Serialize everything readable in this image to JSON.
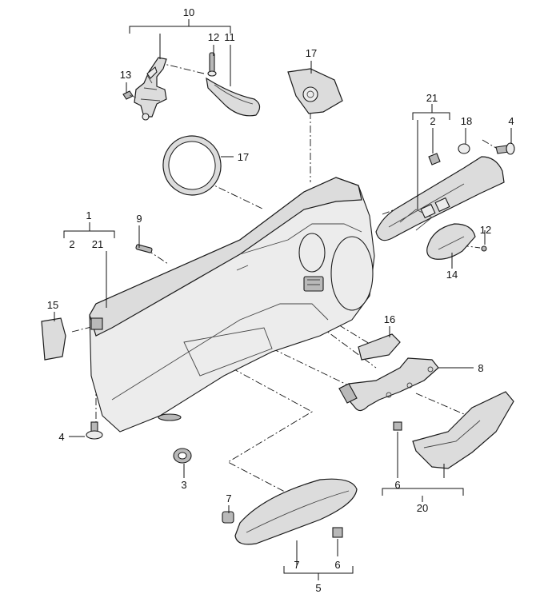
{
  "callouts": {
    "c1": "1",
    "c2a": "2",
    "c21a": "21",
    "c2b": "2",
    "c21b": "21",
    "c3": "3",
    "c4a": "4",
    "c4b": "4",
    "c5": "5",
    "c6a": "6",
    "c6b": "6",
    "c7a": "7",
    "c7b": "7",
    "c8": "8",
    "c9": "9",
    "c10": "10",
    "c11": "11",
    "c12a": "12",
    "c12b": "12",
    "c13": "13",
    "c14": "14",
    "c15": "15",
    "c16": "16",
    "c17a": "17",
    "c17b": "17",
    "c18": "18",
    "c20": "20"
  }
}
